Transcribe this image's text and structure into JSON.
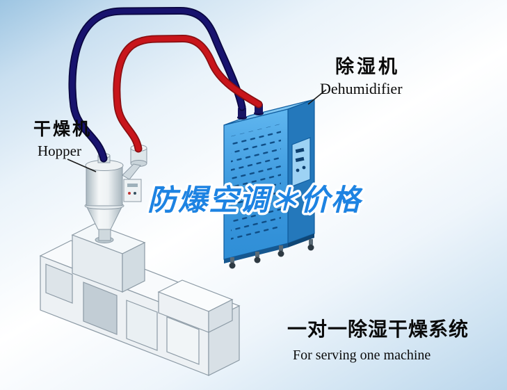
{
  "labels": {
    "hopper": {
      "cn": "干燥机",
      "en": "Hopper"
    },
    "dehumidifier": {
      "cn": "除湿机",
      "en": "Dehumidifier"
    }
  },
  "watermark": {
    "text": "防爆空调＊价格"
  },
  "caption": {
    "cn": "一对一除湿干燥系统",
    "en": "For serving one machine"
  },
  "colors": {
    "pipe_red": "#c8151b",
    "pipe_navy": "#18136e",
    "machine_front": "#49a7e6",
    "machine_side": "#2478bb",
    "machine_top": "#7fc6f2",
    "watermark_blue": "#1d83e2"
  }
}
